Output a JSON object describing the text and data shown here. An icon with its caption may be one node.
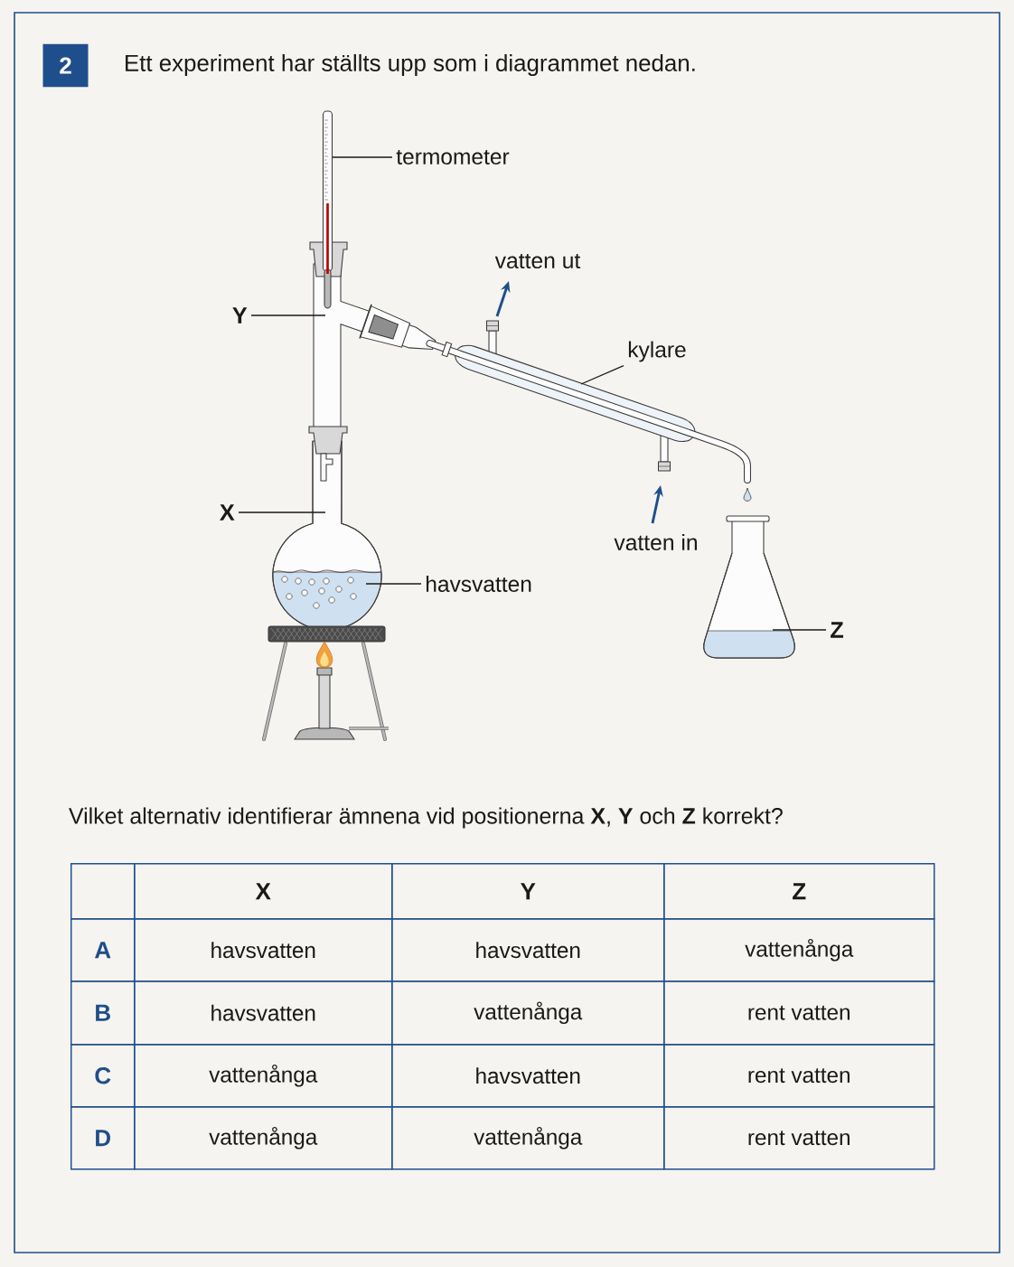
{
  "diagram": {
    "nodes": [
      {
        "text": [
          "2"
        ]
      },
      {
        "text": [
          "termometer"
        ]
      },
      {
        "text": [
          "Y"
        ]
      },
      {
        "text": [
          "kylare"
        ]
      },
      {
        "text": [
          "X"
        ]
      },
      {
        "text": [
          "havsvatten"
        ]
      },
      {
        "text": [
          "Z"
        ]
      }
    ],
    "edges": [
      {
        "from": 1,
        "to": null,
        "arrow": "none"
      },
      {
        "from": 2,
        "to": null,
        "arrow": "none"
      },
      {
        "from": 3,
        "to": null,
        "arrow": "none"
      },
      {
        "from": 4,
        "to": null,
        "arrow": "none"
      },
      {
        "from": 5,
        "to": null,
        "arrow": "none"
      },
      {
        "from": 6,
        "to": null,
        "arrow": "none"
      }
    ],
    "labels": [
      "Ett experiment har ställts upp som i diagrammet nedan.",
      "vatten ut",
      "vatten in",
      "Vilket alternativ identifierar ämnena vid positionerna **X**, **Y** och **Z** korrekt?",
      "X",
      "Y",
      "Z",
      "A",
      "havsvatten",
      "havsvatten",
      "vattenånga",
      "B",
      "havsvatten",
      "vattenånga",
      "rent vatten",
      "C",
      "vattenånga",
      "havsvatten",
      "rent vatten",
      "D",
      "vattenånga",
      "vattenånga",
      "rent vatten"
    ]
  }
}
